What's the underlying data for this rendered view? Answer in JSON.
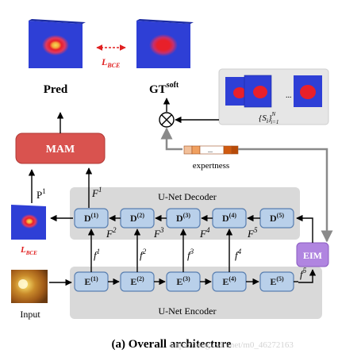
{
  "images": {
    "pred_label": "Pred",
    "gt_label_main": "GT",
    "gt_label_sup": "soft",
    "lbce_top": "L",
    "lbce_top_sub": "BCE",
    "lbce_left": "L",
    "lbce_left_sub": "BCE",
    "input_label": "Input",
    "samples_label": "{S",
    "samples_sub": "i",
    "samples_tail": "}",
    "samples_sup": "N",
    "samples_lower": "i=1",
    "ellipsis": "..."
  },
  "mam": {
    "label": "MAM"
  },
  "eim": {
    "label": "EIM"
  },
  "expertness": {
    "label": "expertness",
    "ellipsis": "..."
  },
  "decoder": {
    "title": "U-Net Decoder",
    "blocks": [
      {
        "letter": "D",
        "sup": "(1)"
      },
      {
        "letter": "D",
        "sup": "(2)"
      },
      {
        "letter": "D",
        "sup": "(3)"
      },
      {
        "letter": "D",
        "sup": "(4)"
      },
      {
        "letter": "D",
        "sup": "(5)"
      }
    ],
    "F_labels": [
      {
        "main": "F",
        "sup": "1"
      },
      {
        "main": "F",
        "sup": "2"
      },
      {
        "main": "F",
        "sup": "3"
      },
      {
        "main": "F",
        "sup": "4"
      },
      {
        "main": "F",
        "sup": "5"
      }
    ]
  },
  "encoder": {
    "title": "U-Net Encoder",
    "blocks": [
      {
        "letter": "E",
        "sup": "(1)"
      },
      {
        "letter": "E",
        "sup": "(2)"
      },
      {
        "letter": "E",
        "sup": "(3)"
      },
      {
        "letter": "E",
        "sup": "(4)"
      },
      {
        "letter": "E",
        "sup": "(5)"
      }
    ],
    "f_labels": [
      {
        "main": "f",
        "sup": "1"
      },
      {
        "main": "f",
        "sup": "2"
      },
      {
        "main": "f",
        "sup": "3"
      },
      {
        "main": "f",
        "sup": "4"
      },
      {
        "main": "f",
        "sup": "5"
      }
    ]
  },
  "p_label": {
    "main": "P",
    "sup": "1"
  },
  "caption": "(a) Overall architecture",
  "watermark": "https://blog.csdn.net/m0_46272163",
  "colors": {
    "map_blue": "#2e3fd6",
    "map_red": "#e8202a",
    "map_yellow": "#f3dc57",
    "mam_fill": "#d9534f",
    "eim_fill": "#b085e0",
    "block_fill": "#b9d0ea",
    "block_stroke": "#5a7fb0",
    "panel_gray": "#d9d9d9",
    "lbce_red": "#e02020"
  }
}
